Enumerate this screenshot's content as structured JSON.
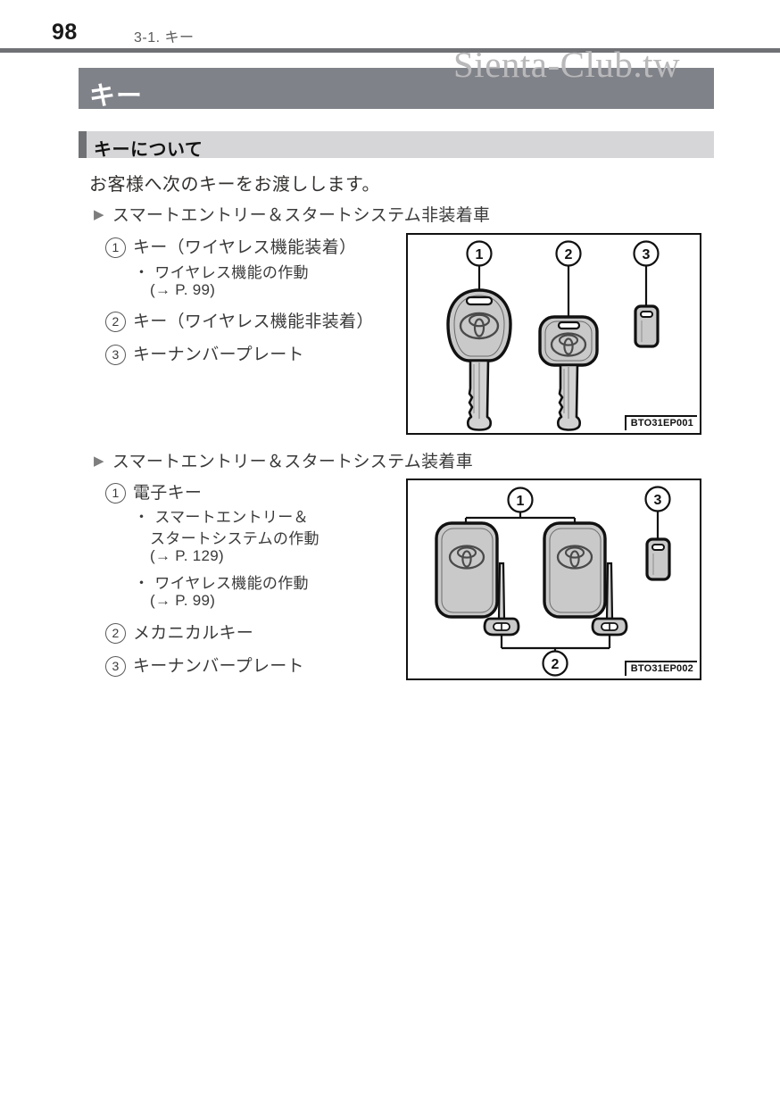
{
  "header": {
    "page_number": "98",
    "breadcrumb": "3-1. キー"
  },
  "watermark": {
    "text": "Sienta-Club.tw"
  },
  "chapter": {
    "title": "キー"
  },
  "subsection": {
    "title": "キーについて"
  },
  "body": {
    "intro": "お客様へ次のキーをお渡しします。"
  },
  "groups": [
    {
      "heading": "スマートエントリー＆スタートシステム非装着車",
      "items": [
        {
          "num": "1",
          "label": "キー（ワイヤレス機能装着）"
        },
        {
          "num": "2",
          "label": "キー（ワイヤレス機能非装着）"
        },
        {
          "num": "3",
          "label": "キーナンバープレート"
        }
      ],
      "sub_items": [
        {
          "bullet": "・",
          "label": "ワイヤレス機能の作動"
        },
        {
          "label": "(→ P. 99)"
        }
      ],
      "figure": {
        "code": "BTO31EP001",
        "callouts": [
          "1",
          "2",
          "3"
        ]
      }
    },
    {
      "heading": "スマートエントリー＆スタートシステム装着車",
      "items": [
        {
          "num": "1",
          "label": "電子キー"
        },
        {
          "num": "2",
          "label": "メカニカルキー"
        },
        {
          "num": "3",
          "label": "キーナンバープレート"
        }
      ],
      "sub_items": [
        {
          "bullet": "・",
          "label": "スマートエントリー＆"
        },
        {
          "label": "スタートシステムの作動"
        },
        {
          "label": "(→ P. 129)"
        },
        {
          "bullet": "・",
          "label": "ワイヤレス機能の作動"
        },
        {
          "label": "(→ P. 99)"
        }
      ],
      "figure": {
        "code": "BTO31EP002",
        "callouts": [
          "1",
          "2",
          "3"
        ]
      }
    }
  ],
  "colors": {
    "title_bar": "#808289",
    "subsection_bar": "#d6d6d8",
    "rule": "#6f7175",
    "watermark": "#b9b9bb",
    "key_body": "#c9c9c9",
    "key_outline": "#111111"
  }
}
